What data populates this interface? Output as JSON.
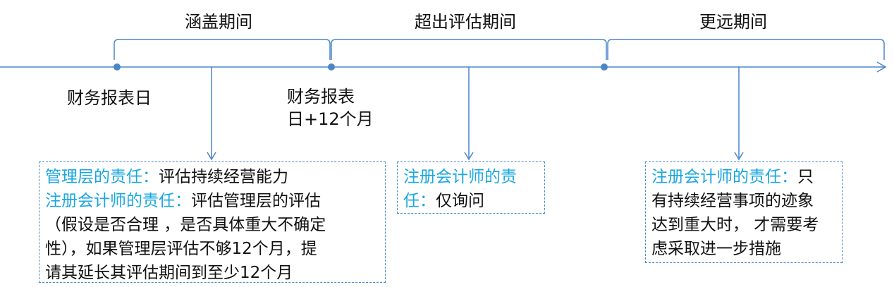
{
  "colors": {
    "line": "#4a86c8",
    "highlight": "#1aa7e0",
    "text": "#111111"
  },
  "periods": [
    {
      "label": "涵盖期间"
    },
    {
      "label": "超出评估期间"
    },
    {
      "label": "更远期间"
    }
  ],
  "dates": [
    {
      "line1": "财务报表日",
      "line2": ""
    },
    {
      "line1": "财务报表",
      "line2": "日+12个月"
    }
  ],
  "boxes": [
    {
      "lines": [
        {
          "hl": "管理层的责任：",
          "text": "评估持续经营能力"
        },
        {
          "hl": "注册会计师的责任：",
          "text": "评估管理层的评估"
        },
        {
          "hl": "",
          "text": "（假设是否合理 ，是否具体重大不确定"
        },
        {
          "hl": "",
          "text": "性），如果管理层评估不够12个月，提"
        },
        {
          "hl": "",
          "text": "请其延长其评估期间到至少12个月"
        }
      ]
    },
    {
      "lines": [
        {
          "hl": "注册会计师的责",
          "text": ""
        },
        {
          "hl": "任：",
          "text": "仅询问"
        }
      ]
    },
    {
      "lines": [
        {
          "hl": "注册会计师的责任：",
          "text": "只"
        },
        {
          "hl": "",
          "text": "有持续经营事项的迹象"
        },
        {
          "hl": "",
          "text": "达到重大时， 才需要考"
        },
        {
          "hl": "",
          "text": "虑采取进一步措施"
        }
      ]
    }
  ]
}
